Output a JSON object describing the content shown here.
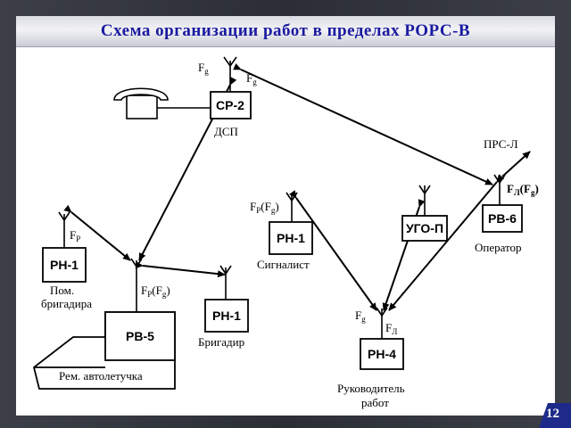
{
  "title": "Схема организации работ в пределах РОРС-В",
  "page_number": "12",
  "nodes": {
    "cp2": {
      "label": "СР-2",
      "caption": "ДСП",
      "freq_left": "F",
      "freq_left_sub": "g",
      "freq_right": "F",
      "freq_right_sub": "g"
    },
    "rn1_pom": {
      "label": "РН-1",
      "caption_line1": "Пом.",
      "caption_line2": "бригадира",
      "freq": "F",
      "freq_sub": "P"
    },
    "rv5": {
      "label": "РВ-5",
      "vehicle_caption": "Рем. автолетучка",
      "freq": "F",
      "freq_sub": "P",
      "freq_paren": "(F",
      "freq_paren_sub": "g",
      "freq_close": ")"
    },
    "rn1_brig": {
      "label": "РН-1",
      "caption": "Бригадир"
    },
    "rn1_sig": {
      "label": "РН-1",
      "caption": "Сигналист",
      "freq": "F",
      "freq_sub": "P",
      "freq_paren": "(F",
      "freq_paren_sub": "g",
      "freq_close": ")"
    },
    "ugo": {
      "label": "УГО-П"
    },
    "rv6": {
      "label": "РВ-6",
      "caption": "Оператор",
      "freq": "F",
      "freq_sub": "Л",
      "freq_paren": "(F",
      "freq_paren_sub": "g",
      "freq_close": ")"
    },
    "prs": {
      "label": "ПРС-Л"
    },
    "rn4": {
      "label": "РН-4",
      "caption_line1": "Руководитель",
      "caption_line2": "работ",
      "freq_left": "F",
      "freq_left_sub": "g",
      "freq_right": "F",
      "freq_right_sub": "Л"
    }
  }
}
